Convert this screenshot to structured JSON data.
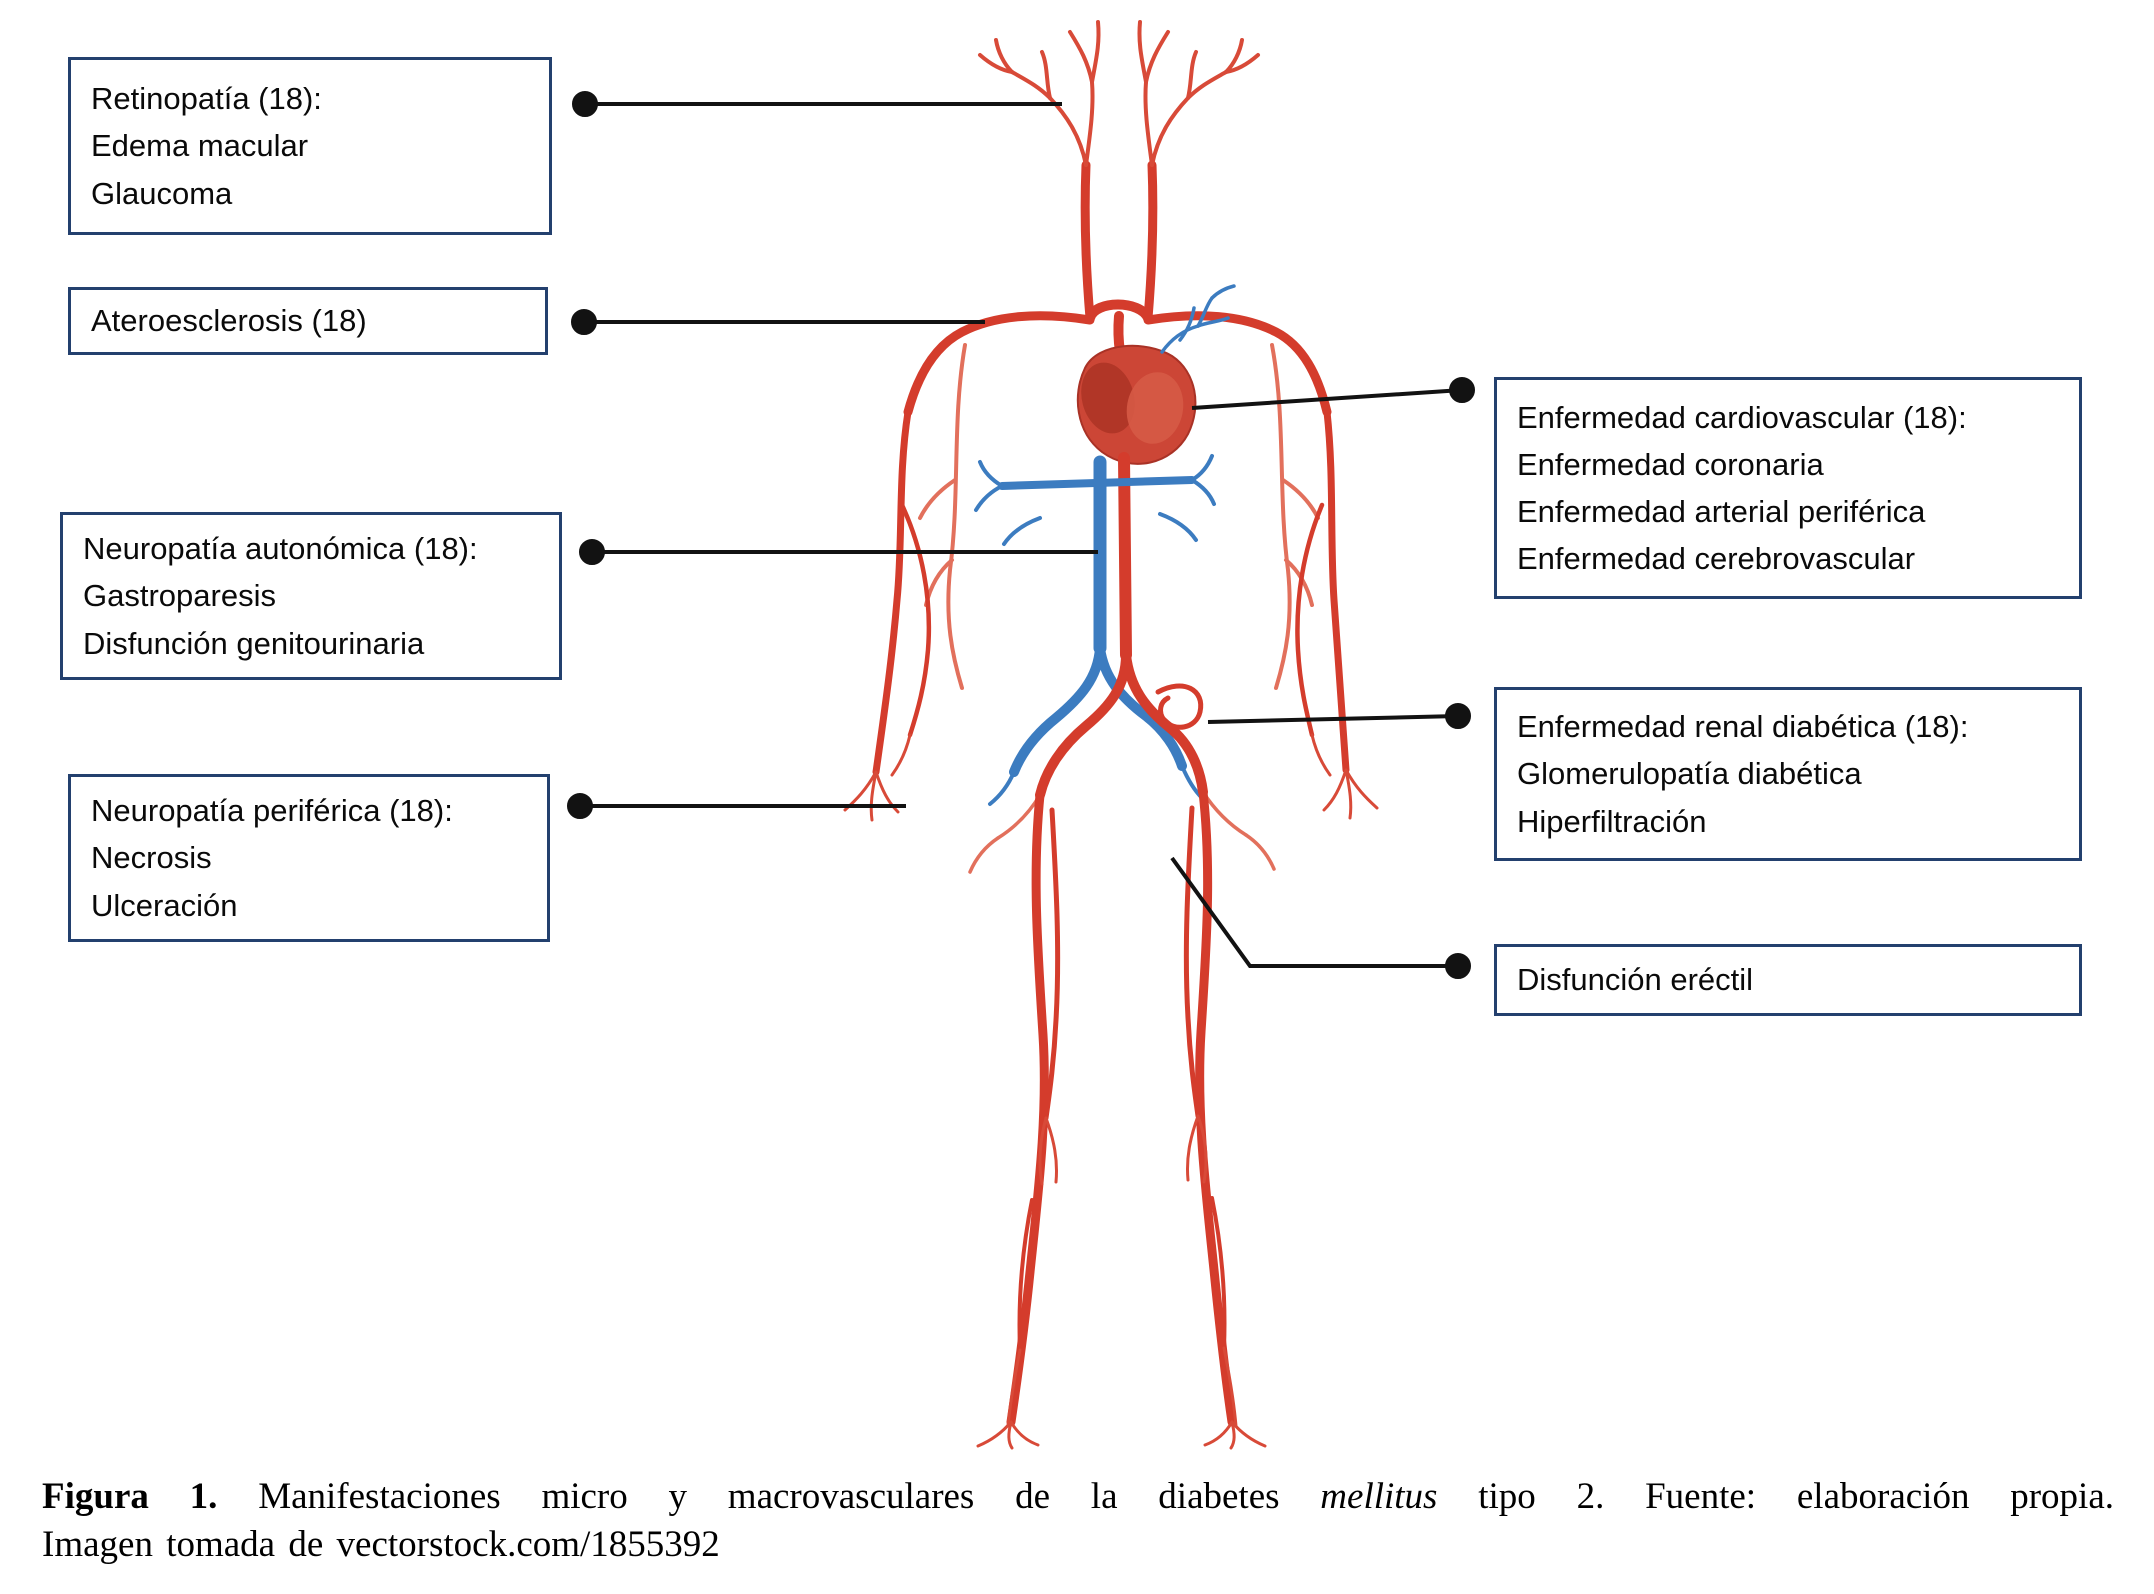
{
  "figure": {
    "boxes": [
      {
        "title": "Retinopatía  (18):",
        "lines": [
          "Edema macular",
          "Glaucoma"
        ]
      },
      {
        "title": "Ateroesclerosis  (18)",
        "lines": []
      },
      {
        "title": "Neuropatía autonómica  (18):",
        "lines": [
          "Gastroparesis",
          "Disfunción genitourinaria"
        ]
      },
      {
        "title": "Neuropatía periférica  (18):",
        "lines": [
          "Necrosis",
          "Ulceración"
        ]
      },
      {
        "title": "Enfermedad cardiovascular  (18):",
        "lines": [
          "Enfermedad coronaria",
          "Enfermedad arterial periférica",
          "Enfermedad cerebrovascular"
        ]
      },
      {
        "title": "Enfermedad renal diabética  (18):",
        "lines": [
          "Glomerulopatía diabética",
          "Hiperfiltración"
        ]
      },
      {
        "title": "Disfunción eréctil",
        "lines": []
      }
    ],
    "caption": {
      "label": "Figura 1.",
      "text_before_italic": " Manifestaciones micro y macrovasculares de la diabetes ",
      "italic_word": "mellitus",
      "text_after_italic": " tipo 2. Fuente: elaboración propia.",
      "line2": "Imagen tomada de vectorstock.com/1855392"
    },
    "colors": {
      "box_border": "#23406e",
      "artery_red": "#d43c2c",
      "artery_light_red": "#e2705c",
      "vein_blue": "#3c7cc0",
      "connector_black": "#121212"
    }
  }
}
